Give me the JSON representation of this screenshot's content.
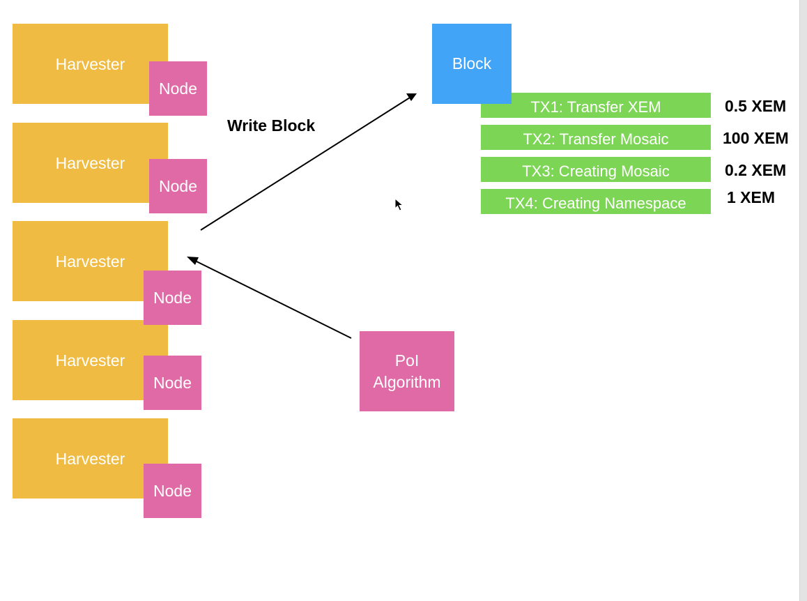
{
  "harvester_label": "Harvester",
  "node_label": "Node",
  "block": {
    "label": "Block"
  },
  "transactions": [
    {
      "label": "TX1: Transfer XEM",
      "fee": "0.5 XEM"
    },
    {
      "label": "TX2: Transfer Mosaic",
      "fee": "100 XEM"
    },
    {
      "label": "TX3: Creating Mosaic",
      "fee": "0.2 XEM"
    },
    {
      "label": "TX4: Creating Namespace",
      "fee": "1 XEM"
    }
  ],
  "write_block_label": "Write Block",
  "poi": {
    "line1": "PoI",
    "line2": "Algorithm"
  },
  "colors": {
    "harvester": "#efbb42",
    "node": "#e06aa6",
    "block": "#42a4f6",
    "transaction": "#7dd556"
  }
}
